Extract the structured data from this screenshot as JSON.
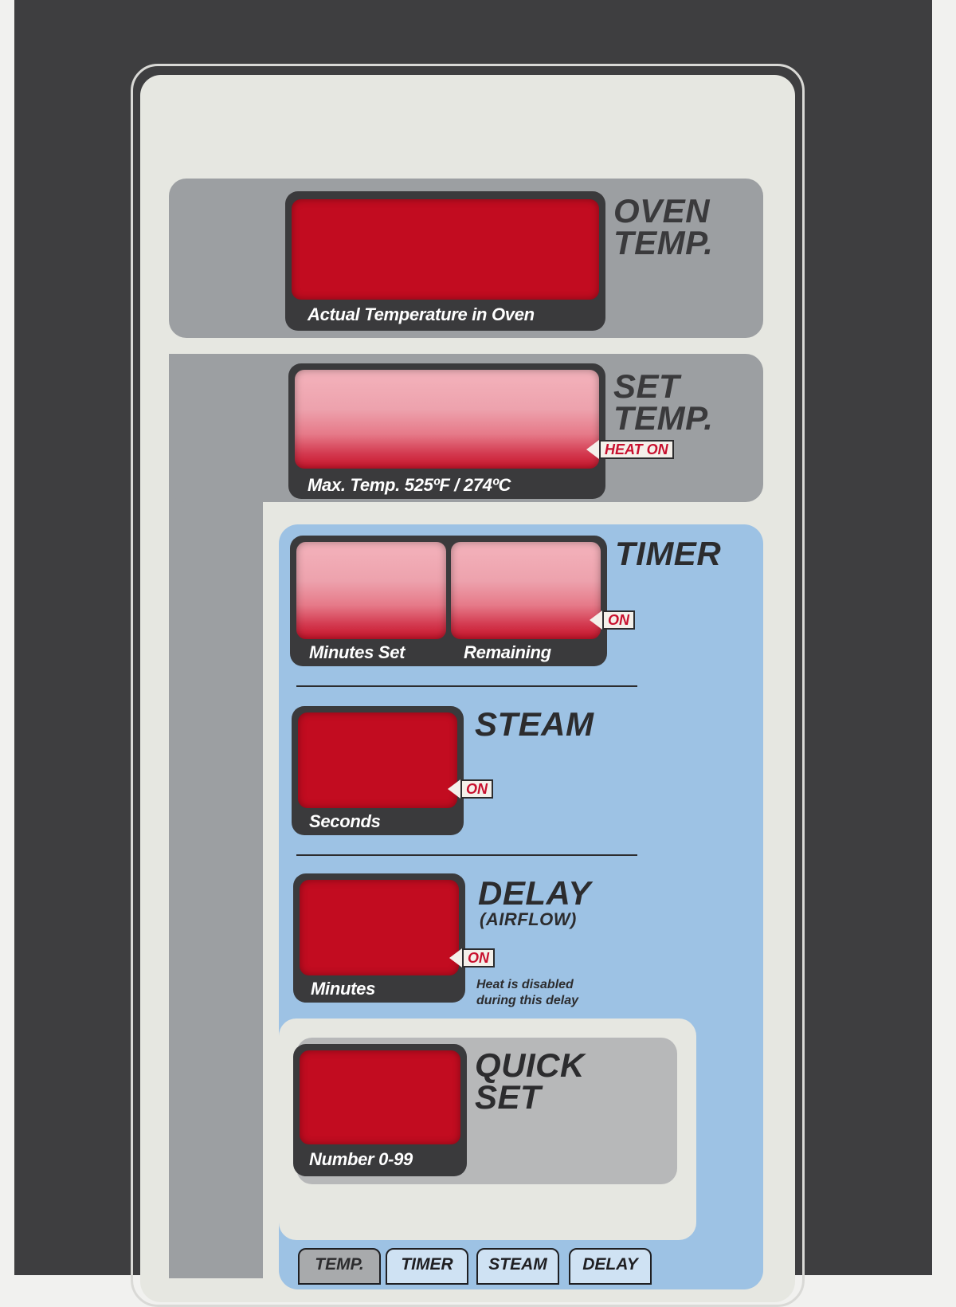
{
  "oven_temp": {
    "title_line1": "OVEN",
    "title_line2": "TEMP.",
    "caption": "Actual Temperature in Oven"
  },
  "set_temp": {
    "title_line1": "SET",
    "title_line2": "TEMP.",
    "caption": "Max. Temp. 525ºF / 274ºC",
    "indicator": "HEAT ON"
  },
  "timer": {
    "title": "TIMER",
    "caption_left": "Minutes Set",
    "caption_right": "Remaining",
    "indicator": "ON"
  },
  "steam": {
    "title": "STEAM",
    "caption": "Seconds",
    "indicator": "ON"
  },
  "delay": {
    "title": "DELAY",
    "subtitle": "(AIRFLOW)",
    "caption": "Minutes",
    "indicator": "ON",
    "note_line1": "Heat is disabled",
    "note_line2": "during this delay"
  },
  "quick_set": {
    "title_line1": "QUICK",
    "title_line2": "SET",
    "caption": "Number 0-99"
  },
  "tabs": [
    {
      "label": "TEMP.",
      "active": true
    },
    {
      "label": "TIMER",
      "active": false
    },
    {
      "label": "STEAM",
      "active": false
    },
    {
      "label": "DELAY",
      "active": false
    }
  ],
  "colors": {
    "display_red": "#c20c20",
    "panel_gray": "#9c9fa2",
    "panel_blue": "#9dc2e4",
    "bezel": "#3e3e40"
  }
}
